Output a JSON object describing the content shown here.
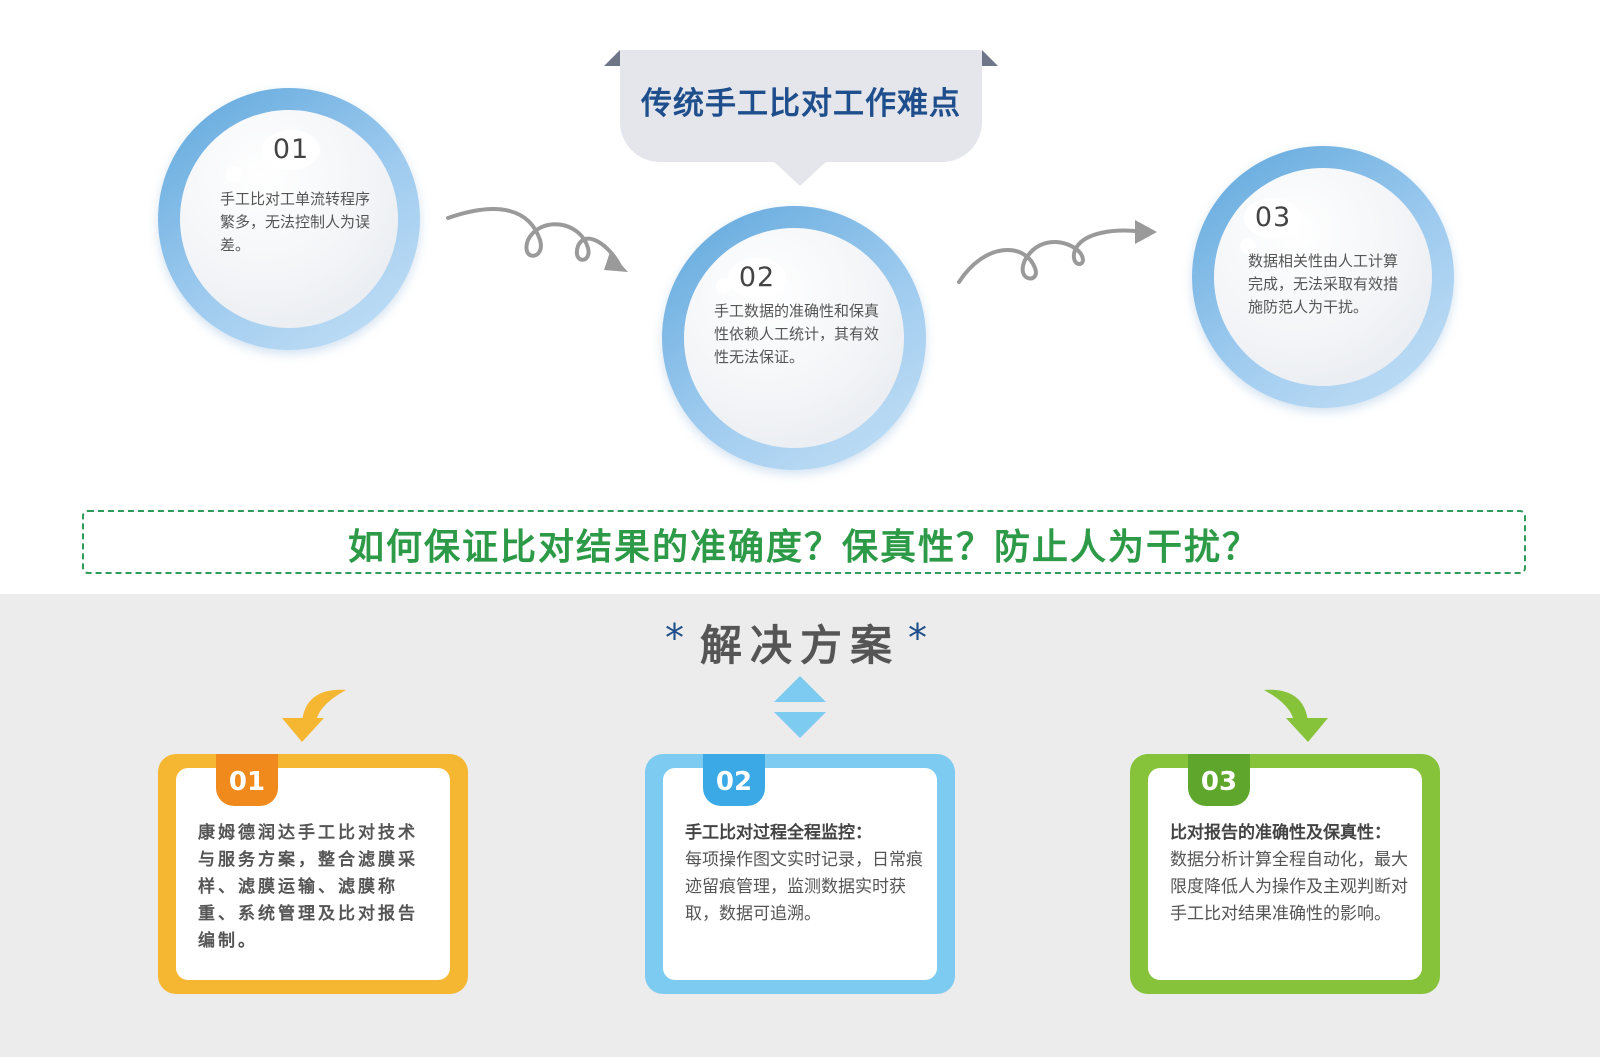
{
  "header": {
    "title": "传统手工比对工作难点"
  },
  "difficulties": [
    {
      "num": "01",
      "text": "手工比对工单流转程序繁多，无法控制人为误差。"
    },
    {
      "num": "02",
      "text": "手工数据的准确性和保真性依赖人工统计，其有效性无法保证。"
    },
    {
      "num": "03",
      "text": "数据相关性由人工计算完成，无法采取有效措施防范人为干扰。"
    }
  ],
  "question": "如何保证比对结果的准确度？保真性？防止人为干扰？",
  "solution": {
    "title": "解决方案",
    "star": "*"
  },
  "solutions": [
    {
      "num": "01",
      "heading": "",
      "text": "康姆德润达手工比对技术与服务方案，整合滤膜采样、滤膜运输、滤膜称重、系统管理及比对报告编制。",
      "color": "#f5b731",
      "tab_color": "#f08a1c"
    },
    {
      "num": "02",
      "heading": "手工比对过程全程监控：",
      "text": "每项操作图文实时记录，日常痕迹留痕管理，监测数据实时获取，数据可追溯。",
      "color": "#7ecbf1",
      "tab_color": "#3aa9e6"
    },
    {
      "num": "03",
      "heading": "比对报告的准确性及保真性：",
      "text": "数据分析计算全程自动化，最大限度降低人为操作及主观判断对手工比对结果准确性的影响。",
      "color": "#86c23a",
      "tab_color": "#5ea72c"
    }
  ],
  "colors": {
    "navy": "#1f4e8c",
    "green": "#2c9a46",
    "circle_blue": "#5ea7dc"
  }
}
